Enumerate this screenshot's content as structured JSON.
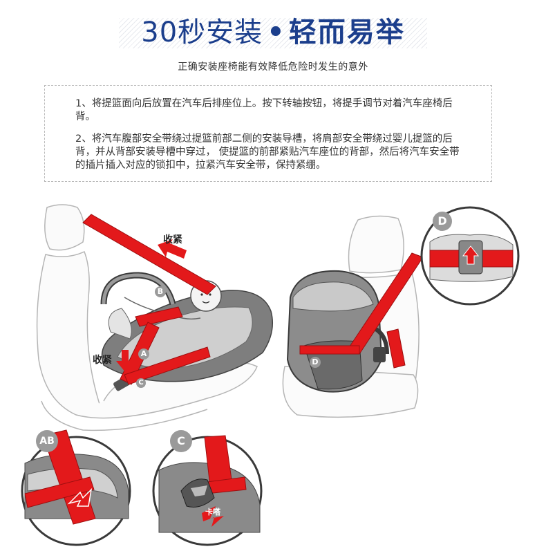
{
  "header": {
    "title_light": "30秒安装",
    "title_dot": "•",
    "title_bold": "轻而易举",
    "subtitle": "正确安装座椅能有效降低危险时发生的意外"
  },
  "instructions": {
    "step1": "1、将提篮面向后放置在汽车后排座位上。按下转轴按钮，将提手调节对着汽车座椅后背。",
    "step2": "2、将汽车腹部安全带绕过提篮前部二侧的安装导槽，将肩部安全带绕过婴儿提篮的后背，并从背部安装导槽中穿过， 使提篮的前部紧贴汽车座位的背部，然后将汽车安全带的插片插入对应的锁扣中，拉紧汽车安全带，保持紧绷。"
  },
  "illustration": {
    "label_tighten_top": "收紧",
    "label_tighten_bottom": "收紧",
    "label_click": "卡嗒",
    "marker_a": "A",
    "marker_b": "B",
    "marker_c": "C",
    "marker_d": "D",
    "detail_ab": "AB",
    "detail_c": "C",
    "detail_d": "D"
  },
  "colors": {
    "title_blue": "#1b3e8c",
    "belt_red": "#e3191b",
    "seat_gray": "#8a8a8a",
    "badge_gray": "#9a9a9a"
  }
}
